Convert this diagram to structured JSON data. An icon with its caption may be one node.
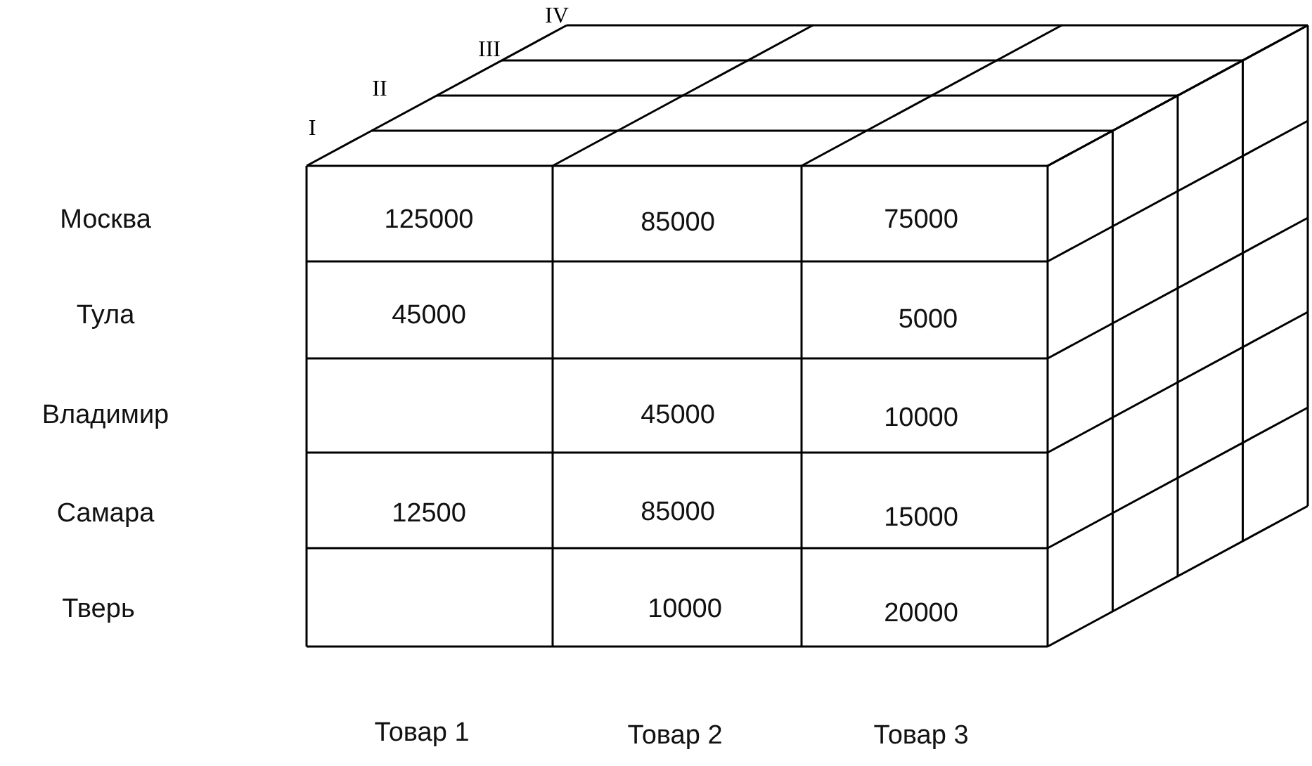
{
  "diagram": {
    "labels": [
      "IV",
      "III",
      "II",
      "I",
      "Москва",
      "125000",
      "85000",
      "75000",
      "Тула",
      "45000",
      "5000",
      "Владимир",
      "45000",
      "10000",
      "Самара",
      "12500",
      "85000",
      "15000",
      "Тверь",
      "10000",
      "20000",
      "Товар 1",
      "Товар 2",
      "Товар 3"
    ]
  }
}
